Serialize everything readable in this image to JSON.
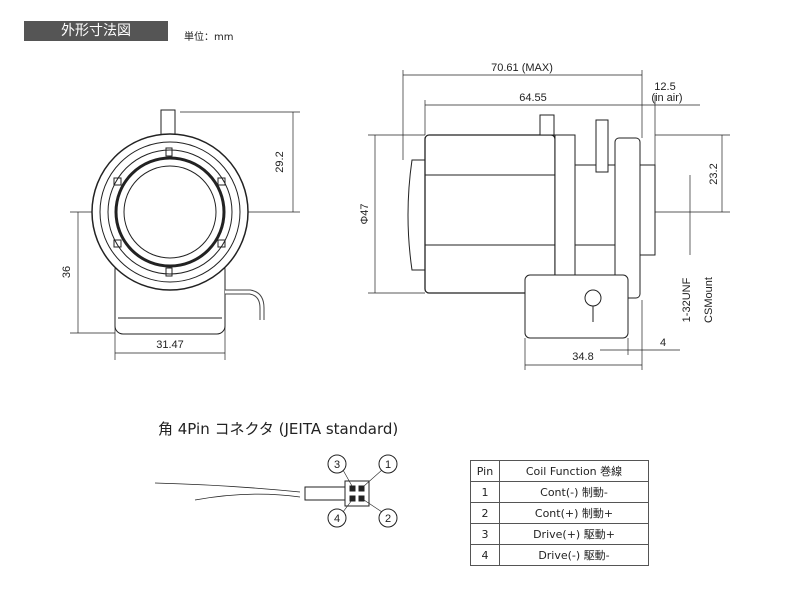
{
  "header": {
    "title": "外形寸法図",
    "unit": "単位：mm"
  },
  "dimensions": {
    "d29_2": "29.2",
    "d36": "36",
    "d31_47": "31.47",
    "d70_61": "70.61 (MAX)",
    "d64_55": "64.55",
    "d12_5": "12.5",
    "in_air": "(in air)",
    "phi47": "Φ47",
    "d23_2": "23.2",
    "d34_8": "34.8",
    "d4": "4",
    "thread": "1-32UNF",
    "mount": "CSMount"
  },
  "connector": {
    "title": "角 4Pin コネクタ (JEITA standard)",
    "pins": [
      "1",
      "2",
      "3",
      "4"
    ]
  },
  "table": {
    "headers": [
      "Pin",
      "Coil Function 巻線"
    ],
    "rows": [
      [
        "1",
        "Cont(-) 制動-"
      ],
      [
        "2",
        "Cont(+) 制動+"
      ],
      [
        "3",
        "Drive(+) 駆動+"
      ],
      [
        "4",
        "Drive(-) 駆動-"
      ]
    ]
  }
}
